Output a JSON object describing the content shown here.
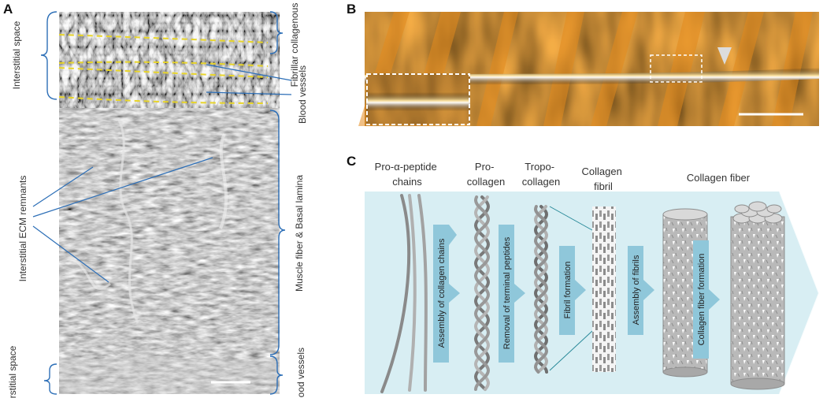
{
  "panels": {
    "a": "A",
    "b": "B",
    "c": "C"
  },
  "panel_a": {
    "left_labels": {
      "interstitial_space_top": "Interstitial space",
      "interstitial_ecm_remnants": "Interstitial ECM remnants",
      "interstitial_space_bottom": "Interstitial space"
    },
    "right_labels": {
      "fibrillar_collagenous_ecm": "Fibrillar collagenous ECM",
      "blood_vessels_top": "Blood vessels",
      "muscle_fiber_basal_lamina": "Muscle fiber & Basal lamina",
      "blood_vessels_bottom": "Blood vessels"
    }
  },
  "panel_c": {
    "stages": [
      {
        "line1": "Pro-α-peptide",
        "line2": "chains"
      },
      {
        "line1": "Pro-",
        "line2": "collagen"
      },
      {
        "line1": "Tropo-",
        "line2": "collagen"
      },
      {
        "line1": "Collagen",
        "line2": "fibril"
      },
      {
        "line1": "Collagen fiber",
        "line2": ""
      }
    ],
    "steps": [
      "Assembly of collagen chains",
      "Removal of terminal peptides",
      "Fibril formation",
      "Assembly of fibrils",
      "Collagen fiber formation"
    ]
  },
  "colors": {
    "bracket": "#2d6fb7",
    "pointer": "#2d6fb7",
    "dashed_outline": "#e8d52a",
    "flow_background": "#d8eef3",
    "step_arrow": "#8fc7da"
  }
}
